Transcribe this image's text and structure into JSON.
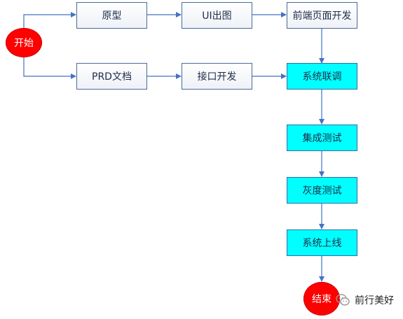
{
  "nodes": {
    "start": "开始",
    "prototype": "原型",
    "ui_design": "UI出图",
    "frontend_dev": "前端页面开发",
    "prd_doc": "PRD文档",
    "api_dev": "接口开发",
    "system_integration": "系统联调",
    "integration_test": "集成测试",
    "gray_test": "灰度测试",
    "go_live": "系统上线",
    "end": "结束"
  },
  "colors": {
    "arrow": "#4472c4",
    "terminal": "#ff0000",
    "highlight_box": "#00ffff"
  },
  "watermark": {
    "text": "前行美好",
    "icon": "wechat-icon"
  }
}
